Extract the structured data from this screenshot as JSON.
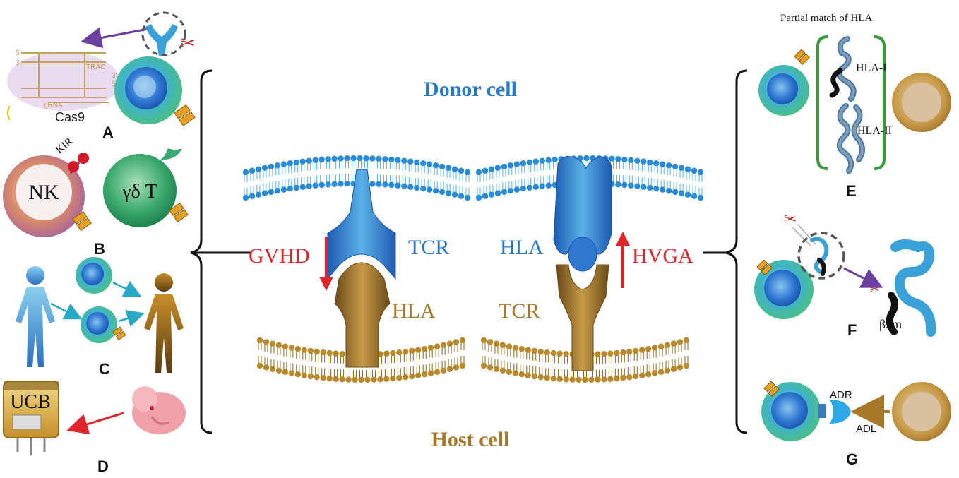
{
  "center": {
    "donor_label": "Donor cell",
    "host_label": "Host cell",
    "gvhd": "GVHD",
    "hvga": "HVGA",
    "left_receptor": "TCR",
    "left_ligand": "HLA",
    "right_receptor": "HLA",
    "right_ligand": "TCR"
  },
  "panels": {
    "A": {
      "letter": "A",
      "trac": "TRAC",
      "grna": "gRNA",
      "cas9": "Cas9",
      "p5a": "5'",
      "p3a": "3'",
      "p3b": "3'",
      "p5b": "5'"
    },
    "B": {
      "letter": "B",
      "kir": "KIR",
      "nk": "NK",
      "gdt": "γδ T"
    },
    "C": {
      "letter": "C"
    },
    "D": {
      "letter": "D",
      "ucb": "UCB"
    },
    "E": {
      "letter": "E",
      "title": "Partial match of HLA",
      "hla1": "HLA-I",
      "hla2": "HLA-II"
    },
    "F": {
      "letter": "F",
      "b2m": "β2m"
    },
    "G": {
      "letter": "G",
      "adr": "ADR",
      "adl": "ADL"
    }
  },
  "colors": {
    "donor_blue": "#2a78c8",
    "host_gold": "#a8782a",
    "arrow_red": "#e0252a",
    "label_red": "#e0252a",
    "bracket": "#111111",
    "purple_arrow": "#6a3fa0",
    "teal_arrow": "#2aa8c8"
  }
}
